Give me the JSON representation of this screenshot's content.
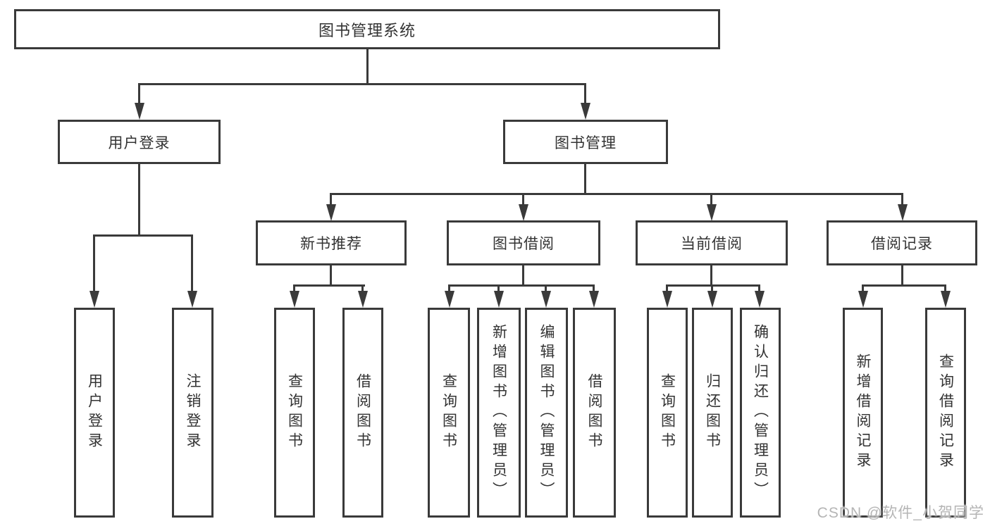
{
  "tree": {
    "root": "图书管理系统",
    "branches": [
      {
        "label": "用户登录",
        "children": [
          "用户登录",
          "注销登录"
        ]
      },
      {
        "label": "图书管理",
        "sections": [
          {
            "label": "新书推荐",
            "children": [
              "查询图书",
              "借阅图书"
            ]
          },
          {
            "label": "图书借阅",
            "children": [
              "查询图书",
              "新增图书（管理员）",
              "编辑图书（管理员）",
              "借阅图书"
            ]
          },
          {
            "label": "当前借阅",
            "children": [
              "查询图书",
              "归还图书",
              "确认归还（管理员）"
            ]
          },
          {
            "label": "借阅记录",
            "children": [
              "新增借阅记录",
              "查询借阅记录"
            ]
          }
        ]
      }
    ]
  },
  "watermark": {
    "text": "CSDN @软件_小贺同学",
    "color": "#b5b5b5"
  },
  "colors": {
    "line": "#3a3a3a",
    "text": "#333333",
    "background": "#ffffff"
  }
}
